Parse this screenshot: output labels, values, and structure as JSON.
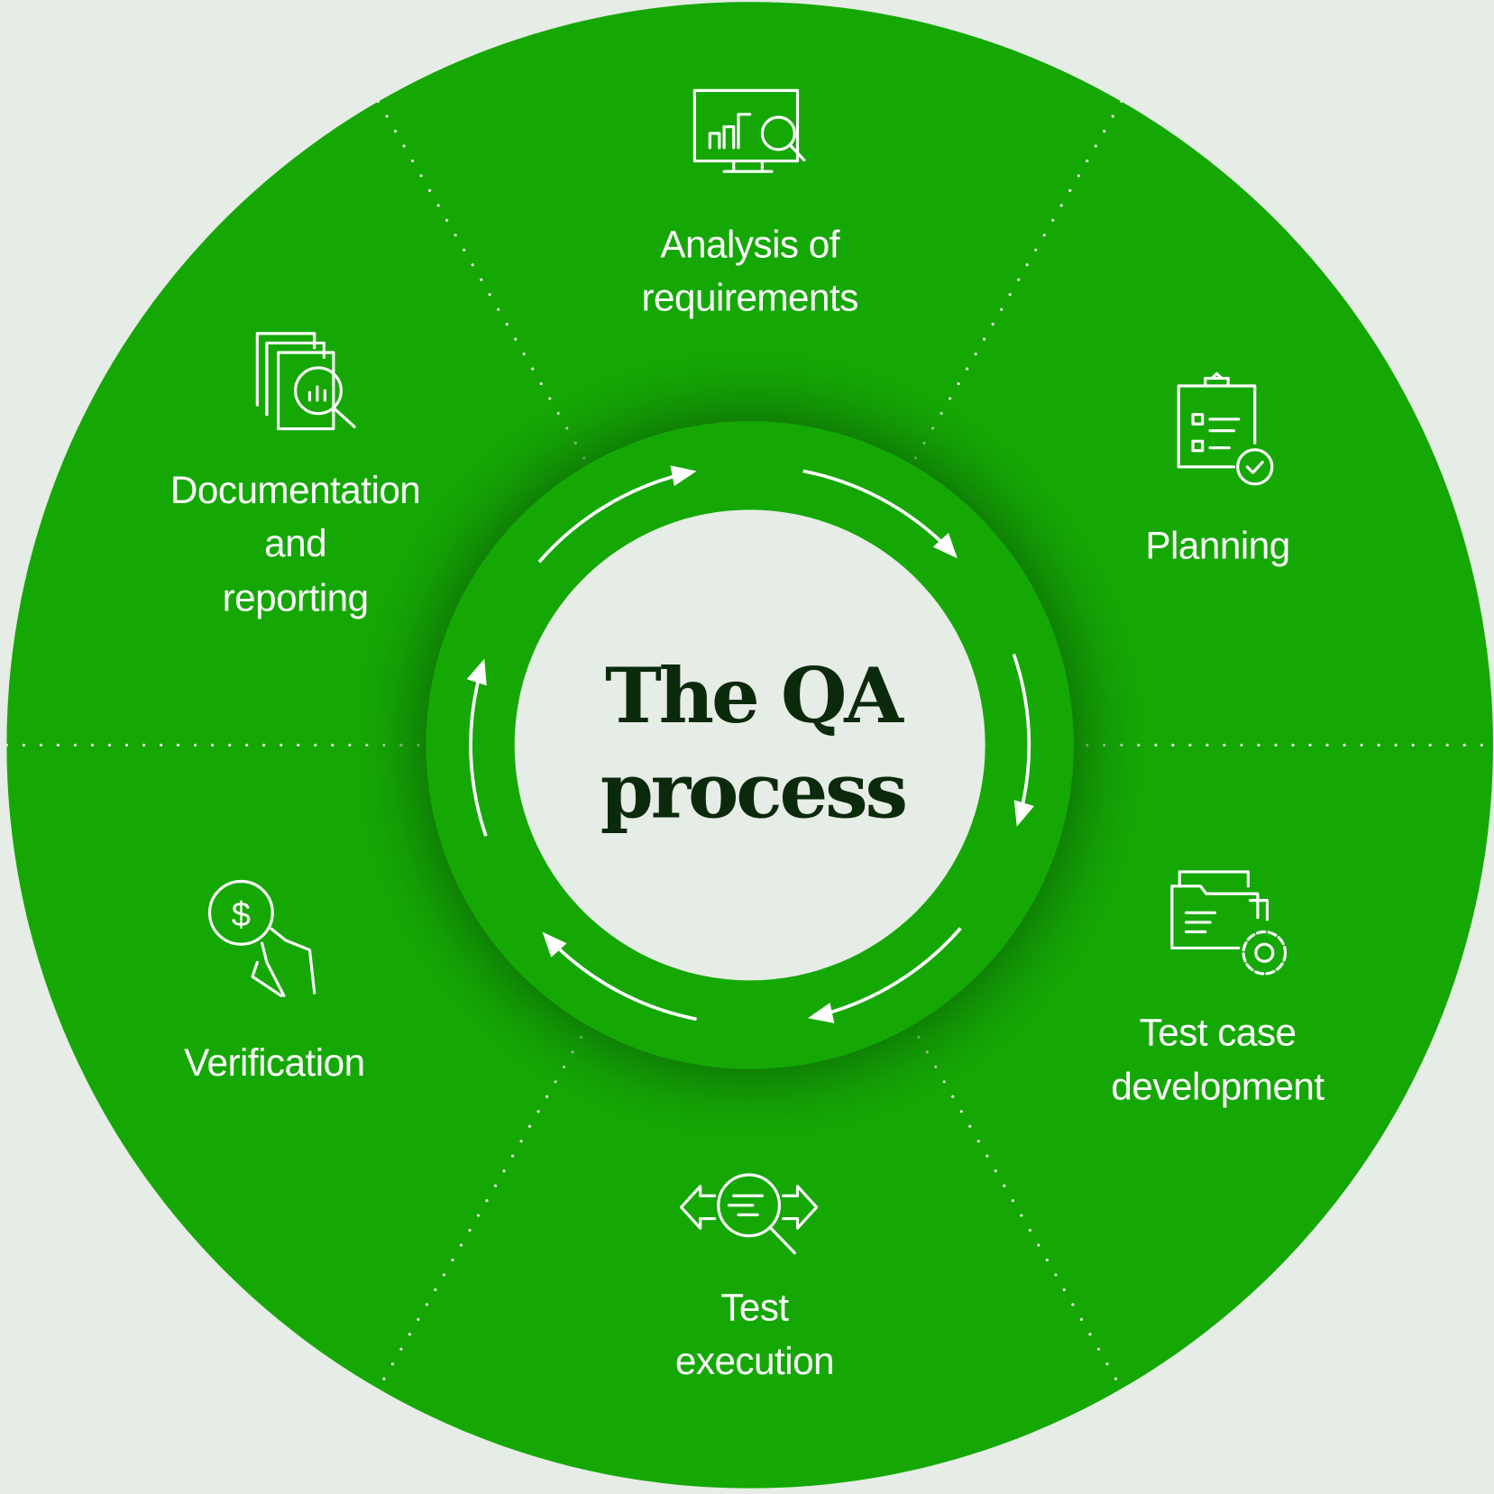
{
  "title": {
    "line1": "The QA",
    "line2": "process"
  },
  "colors": {
    "background": "#e6ece6",
    "green": "#15a805",
    "dark_text": "#0b2a0b",
    "white": "#ffffff"
  },
  "steps": [
    {
      "icon": "monitor-chart-search-icon",
      "lines": [
        "Analysis of",
        "requirements"
      ]
    },
    {
      "icon": "clipboard-checklist-icon",
      "lines": [
        "Planning"
      ]
    },
    {
      "icon": "folder-gear-icon",
      "lines": [
        "Test case",
        "development"
      ]
    },
    {
      "icon": "search-arrows-icon",
      "lines": [
        "Test",
        "execution"
      ]
    },
    {
      "icon": "hand-dollar-coin-icon",
      "lines": [
        "Verification"
      ]
    },
    {
      "icon": "documents-search-icon",
      "lines": [
        "Documentation",
        "and",
        "reporting"
      ]
    }
  ]
}
